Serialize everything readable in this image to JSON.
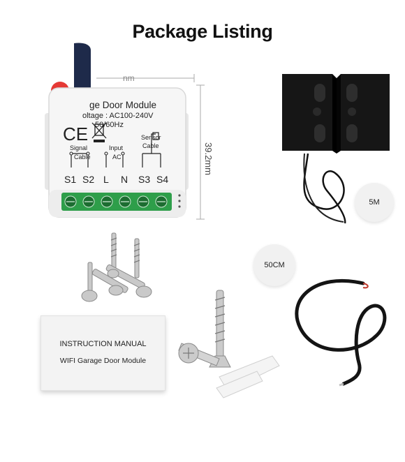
{
  "title": "Package Listing",
  "module": {
    "name": "ge Door Module",
    "voltage": "oltage : AC100-240V",
    "frequency": "50/60Hz",
    "width_label": "nm",
    "height_label": "39.2mm",
    "ce_mark": "CE",
    "labels": {
      "signal": "Signal",
      "cable": "Cable",
      "input": "Input",
      "ac": "AC",
      "sensor": "Sensor",
      "sensor_cable": "Cable"
    },
    "terminals": [
      "S1",
      "S2",
      "L",
      "N",
      "S3",
      "S4"
    ]
  },
  "cable_5m_label": "5M",
  "cable_50cm_label": "50CM",
  "manual": {
    "line1": "INSTRUCTION MANUAL",
    "line2": "WIFI Garage Door Module"
  },
  "colors": {
    "brand_red": "#e53935",
    "brand_navy": "#1e2a4a",
    "terminal_green": "#2e9e4a",
    "sensor_black": "#161616"
  },
  "icons": [
    "brand-logo-icon",
    "ce-mark-icon",
    "weee-bin-icon"
  ]
}
